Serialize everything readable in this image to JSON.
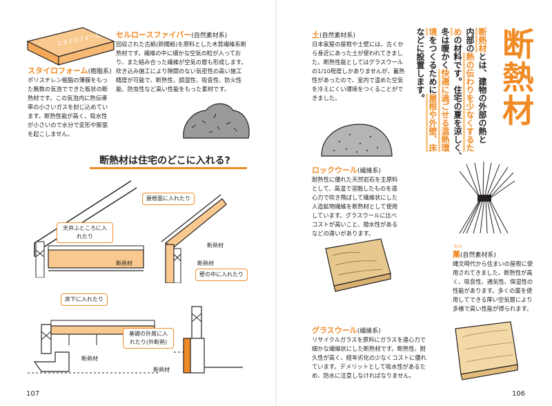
{
  "left_page": {
    "page_number": "107",
    "styrofoam": {
      "title": "スタイロフォーム",
      "tag": "(樹脂系)",
      "body": "ポリスチレン樹脂の薄膜をもった無数の気泡でできた板状の断熱材です。この気泡内に熱伝導率の小さいガスを封じ込めています。断熱性能が高く、吸水性が小さいので水分で変形や膨張を起こしません。",
      "box_print": "スタイロフォーム"
    },
    "cellulose": {
      "title": "セルロースファイバー",
      "tag": "(自然素材系)",
      "body": "回収された古紙(新聞紙)を原料とした木質繊維系断熱材です。繊維の中に細かな空気の粒が入っており、また絡み合った繊維が空気の層も形成します。吹き込み施工により隙間のない気密性の高い施工精度が可能で、断熱性、調湿性、吸音性、防火性能、防虫性など高い性能をもった素材です。"
    },
    "section_heading": "断熱材は住宅のどこに入れる?",
    "callouts": {
      "ceiling": "天井ふところに入れたり",
      "roof": "屋根面に入れたり",
      "wall": "壁の中に入れたり",
      "floor": "床下に入れたり",
      "foundation": "基礎の外周に入れたり(外断熱)"
    },
    "labels": {
      "insulation": "断熱材"
    }
  },
  "right_page": {
    "page_number": "106",
    "title": "断熱材",
    "intro_col1_a": "断熱材",
    "intro_col1_b": "とは、建物の外部の熱と",
    "intro_col2_a": "内部の",
    "intro_col2_b": "熱の伝わりを少なくするた",
    "intro_col3_a": "め",
    "intro_col3_b": "の材料です。住宅の夏を涼しく、",
    "intro_col4_a": "冬は暖かく",
    "intro_col4_b": "快適に過ごせる温熱環",
    "intro_col5_a": "境",
    "intro_col5_b": "をつくるために",
    "intro_col5_c": "屋根や外壁、床",
    "intro_col6": "などに設置します。",
    "soil": {
      "title": "土",
      "tag": "(自然素材系)",
      "body": "日本家屋の屋根や土壁には、古くから身近にあった土が使われてきました。断熱性能としてはグラスウールの1/10程度しかありませんが、蓄熱性があったので、室内で温めた空気を冷えにくい環境をつくることができました。"
    },
    "rockwool": {
      "title": "ロックウール",
      "tag": "(繊維系)",
      "body": "耐熱性に優れた天然岩石を主原料として、高温で溶融したものを遠心力で吹き飛ばして繊維状にした人造鉱物繊維を断熱材として使用しています。グラスウールに比べコストが高いこと、撥水性があるなどの違いがあります。"
    },
    "straw": {
      "ruby": "わら",
      "title": "藁",
      "tag": "(自然素材系)",
      "body": "縄文時代から住まいの屋根に使用されてきました。断熱性が高く、吸音性、通気性、保湿性の性能があります。多くの藁を使用してできる厚い空気層により多様で高い性能が得られます。"
    },
    "glasswool": {
      "title": "グラスウール",
      "tag": "(繊維系)",
      "body": "リサイクルガラスを原料にガラスを遠心力で細かな繊維状にした断熱材です。断熱性、耐久性が高く、経年劣化の少なくコストに優れています。デメリットとして吸水性があるため、防水に注意しなければなりません。"
    }
  },
  "colors": {
    "accent": "#f08a24",
    "insulation_fill": "#f9c98f",
    "ink": "#231f20"
  }
}
